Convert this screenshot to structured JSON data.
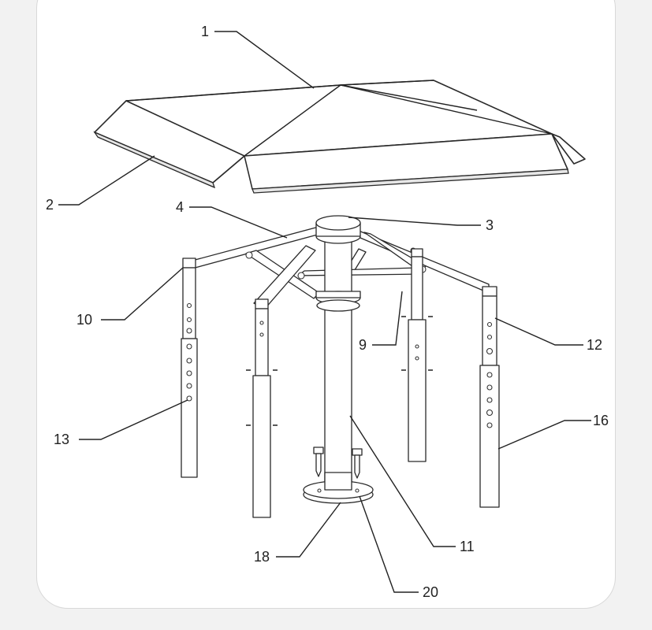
{
  "figure": {
    "callouts": [
      {
        "id": "c1",
        "label": "1"
      },
      {
        "id": "c2",
        "label": "2"
      },
      {
        "id": "c3",
        "label": "3"
      },
      {
        "id": "c4",
        "label": "4"
      },
      {
        "id": "c9",
        "label": "9"
      },
      {
        "id": "c10",
        "label": "10"
      },
      {
        "id": "c11",
        "label": "11"
      },
      {
        "id": "c12",
        "label": "12"
      },
      {
        "id": "c13",
        "label": "13"
      },
      {
        "id": "c16",
        "label": "16"
      },
      {
        "id": "c18",
        "label": "18"
      },
      {
        "id": "c20",
        "label": "20"
      }
    ]
  }
}
